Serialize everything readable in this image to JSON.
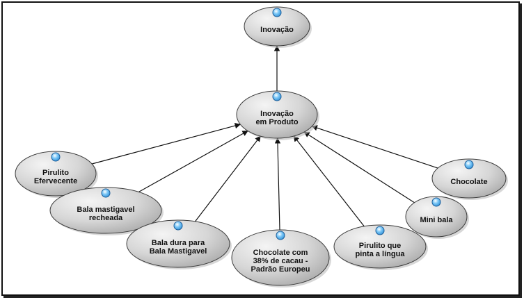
{
  "diagram": {
    "root": {
      "label_lines": [
        "Inovação"
      ]
    },
    "hub": {
      "label_lines": [
        "Inovação",
        "em Produto"
      ]
    },
    "leaves": [
      {
        "label_lines": [
          "Pirulito",
          "Efervecente"
        ]
      },
      {
        "label_lines": [
          "Bala mastigavel",
          "recheada"
        ]
      },
      {
        "label_lines": [
          "Bala dura para",
          "Bala Mastigavel"
        ]
      },
      {
        "label_lines": [
          "Chocolate com",
          "38% de cacau -",
          "Padrão Europeu"
        ]
      },
      {
        "label_lines": [
          "Pirulito que",
          "pinta a língua"
        ]
      },
      {
        "label_lines": [
          "Mini bala"
        ]
      },
      {
        "label_lines": [
          "Chocolate"
        ]
      }
    ]
  },
  "colors": {
    "node_fill_light": "#f4f4f4",
    "node_fill_dark": "#a9a9a9",
    "node_stroke": "#3a3a3a",
    "connector": "#111111",
    "marker_fill": "#3da9f0",
    "marker_stroke": "#1f5f9a"
  }
}
